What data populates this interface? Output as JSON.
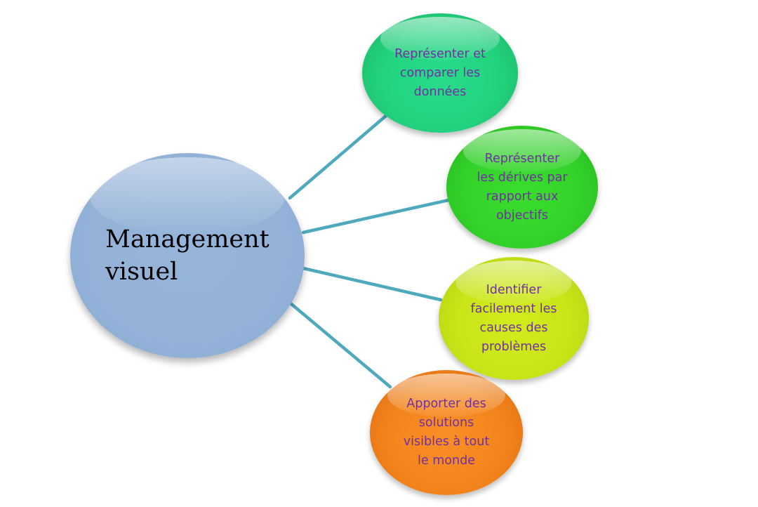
{
  "diagram": {
    "central": {
      "label": "Management\nvisuel",
      "color": "#95b3d7"
    },
    "branches": [
      {
        "label": "Représenter et\ncomparer les\ndonnées",
        "color": "#22d27e"
      },
      {
        "label": "Représenter\nles dérives par\nrapport aux\nobjectifs",
        "color": "#33d22a"
      },
      {
        "label": "Identifier\nfacilement les\ncauses des\nproblèmes",
        "color": "#c9e518"
      },
      {
        "label": "Apporter des\nsolutions\nvisibles à tout\nle monde",
        "color": "#f3841c"
      }
    ],
    "text_color": "#7030a0",
    "connector_color": "#4fa9bd"
  }
}
